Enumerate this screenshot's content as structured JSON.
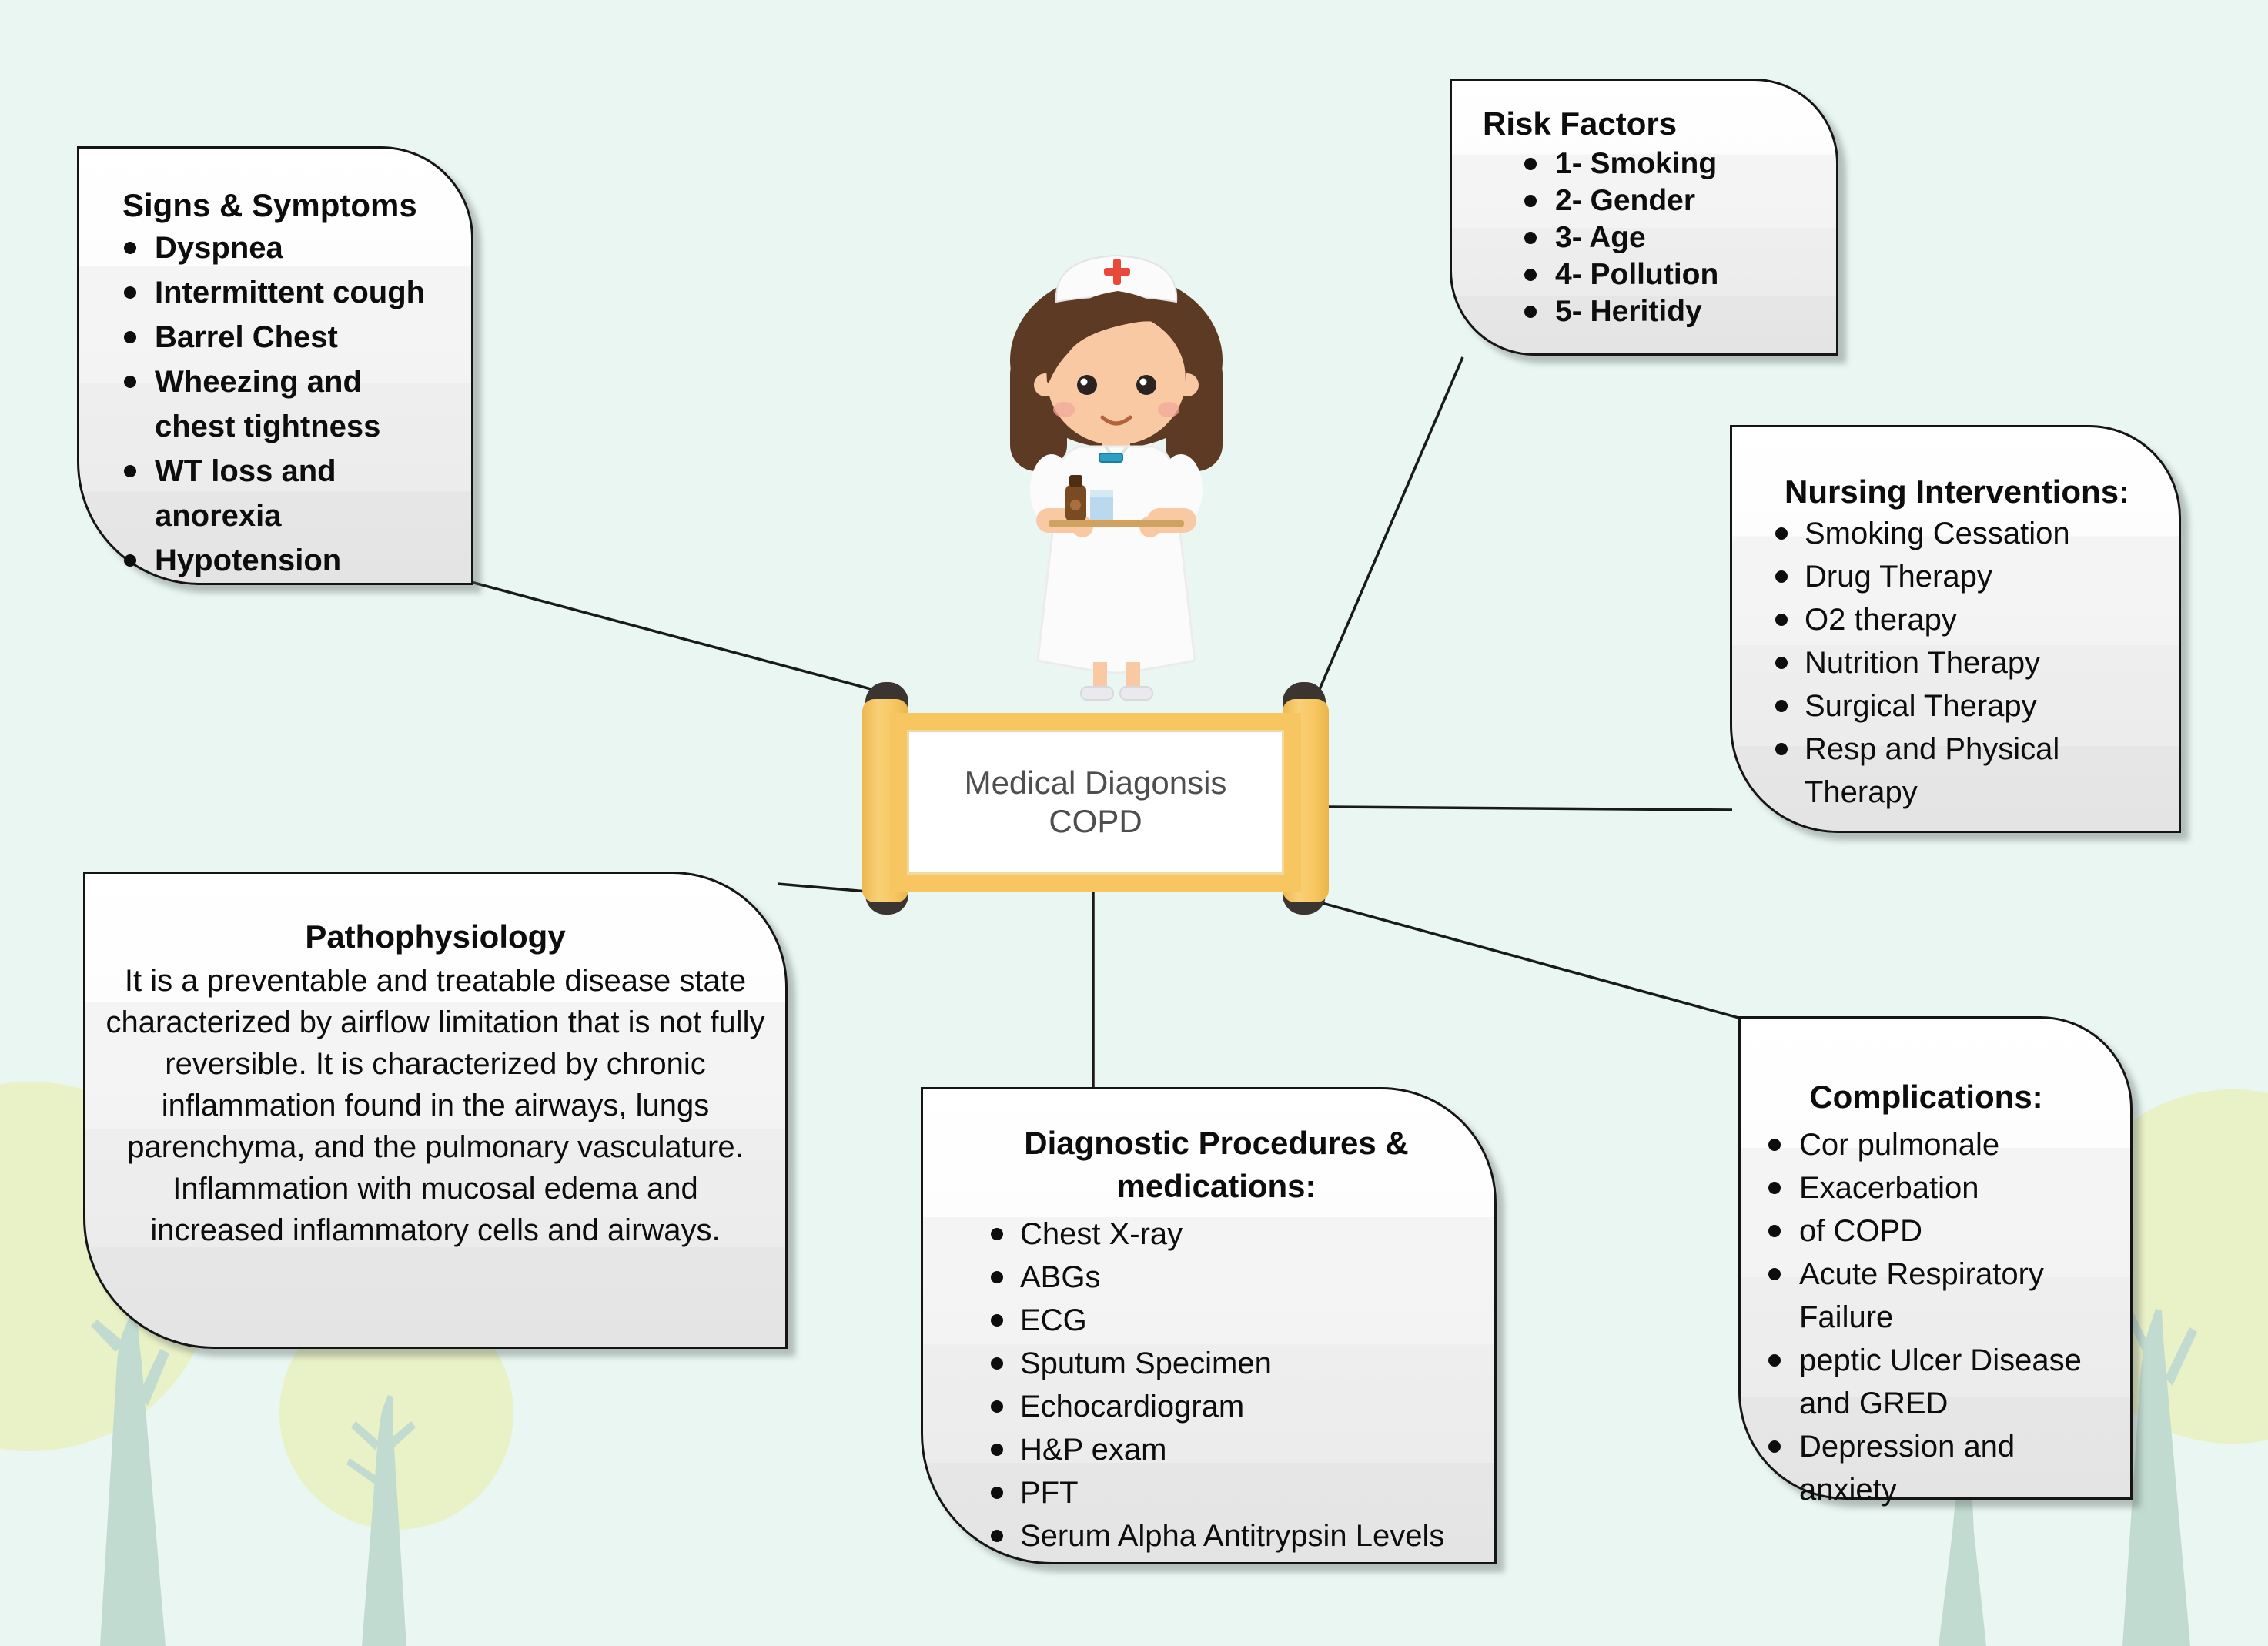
{
  "center": {
    "line1": "Medical Diagonsis",
    "line2": "COPD"
  },
  "boxes": {
    "signs": {
      "title": "Signs & Symptoms",
      "items": [
        "Dyspnea",
        "Intermittent cough",
        "Barrel Chest",
        "Wheezing and chest tightness",
        "WT loss and anorexia",
        "Hypotension"
      ]
    },
    "risk": {
      "title": "Risk Factors",
      "items": [
        "1- Smoking",
        "2- Gender",
        "3- Age",
        "4- Pollution",
        "5- Heritidy"
      ]
    },
    "nursing": {
      "title": "Nursing Interventions:",
      "items": [
        "Smoking Cessation",
        "Drug Therapy",
        "O2 therapy",
        "Nutrition Therapy",
        "Surgical Therapy",
        "Resp and Physical Therapy"
      ]
    },
    "patho": {
      "title": "Pathophysiology",
      "body": "It is a preventable and treatable disease state characterized by airflow limitation that is not fully reversible. It is characterized by chronic inflammation found in the airways, lungs parenchyma, and the pulmonary vasculature. Inflammation with mucosal edema and increased inflammatory cells and airways."
    },
    "diagnostic": {
      "title": "Diagnostic Procedures & medications:",
      "items": [
        "Chest X-ray",
        "ABGs",
        "ECG",
        "Sputum Specimen",
        "Echocardiogram",
        "H&P exam",
        "PFT",
        "Serum Alpha Antitrypsin Levels"
      ]
    },
    "complications": {
      "title": "Complications:",
      "items": [
        "Cor pulmonale",
        "Exacerbation",
        "of COPD",
        "Acute Respiratory Failure",
        "peptic Ulcer Disease and GRED",
        "Depression and anxiety"
      ]
    }
  },
  "colors": {
    "background": "#EAF6F1",
    "card_border": "#151515",
    "connector": "#1A1A1A",
    "scroll_yellow": "#F7C660",
    "panel_border": "#F2D9A2",
    "cap_dark": "#3A3530",
    "scroll_text": "#4E4E4E",
    "foliage": "#E9F1C6",
    "trunk": "#C2DBD0",
    "cross_red": "#E8493A"
  }
}
